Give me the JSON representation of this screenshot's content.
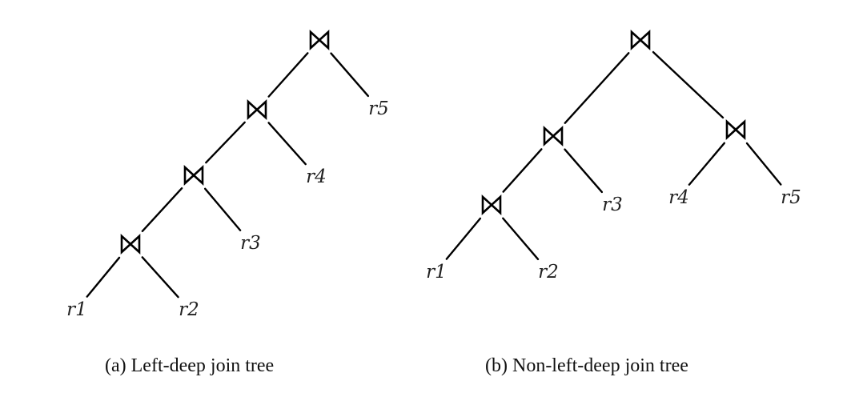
{
  "join_symbol": "bowtie-join-icon",
  "trees": [
    {
      "id": "a",
      "caption": "(a) Left-deep join tree",
      "nodes": [
        {
          "id": "j1",
          "type": "join"
        },
        {
          "id": "j2",
          "type": "join"
        },
        {
          "id": "j3",
          "type": "join"
        },
        {
          "id": "j4",
          "type": "join"
        },
        {
          "id": "r5",
          "type": "leaf",
          "label": "r5"
        },
        {
          "id": "r4",
          "type": "leaf",
          "label": "r4"
        },
        {
          "id": "r3",
          "type": "leaf",
          "label": "r3"
        },
        {
          "id": "r1",
          "type": "leaf",
          "label": "r1"
        },
        {
          "id": "r2",
          "type": "leaf",
          "label": "r2"
        }
      ],
      "edges": [
        [
          "j1",
          "j2"
        ],
        [
          "j1",
          "r5"
        ],
        [
          "j2",
          "j3"
        ],
        [
          "j2",
          "r4"
        ],
        [
          "j3",
          "j4"
        ],
        [
          "j3",
          "r3"
        ],
        [
          "j4",
          "r1"
        ],
        [
          "j4",
          "r2"
        ]
      ]
    },
    {
      "id": "b",
      "caption": "(b) Non-left-deep join tree",
      "nodes": [
        {
          "id": "j1",
          "type": "join"
        },
        {
          "id": "j2",
          "type": "join"
        },
        {
          "id": "j3",
          "type": "join"
        },
        {
          "id": "j4",
          "type": "join"
        },
        {
          "id": "r3",
          "type": "leaf",
          "label": "r3"
        },
        {
          "id": "r4",
          "type": "leaf",
          "label": "r4"
        },
        {
          "id": "r5",
          "type": "leaf",
          "label": "r5"
        },
        {
          "id": "r1",
          "type": "leaf",
          "label": "r1"
        },
        {
          "id": "r2",
          "type": "leaf",
          "label": "r2"
        }
      ],
      "edges": [
        [
          "j1",
          "j2"
        ],
        [
          "j1",
          "j3"
        ],
        [
          "j2",
          "j4"
        ],
        [
          "j2",
          "r3"
        ],
        [
          "j3",
          "r4"
        ],
        [
          "j3",
          "r5"
        ],
        [
          "j4",
          "r1"
        ],
        [
          "j4",
          "r2"
        ]
      ]
    }
  ]
}
